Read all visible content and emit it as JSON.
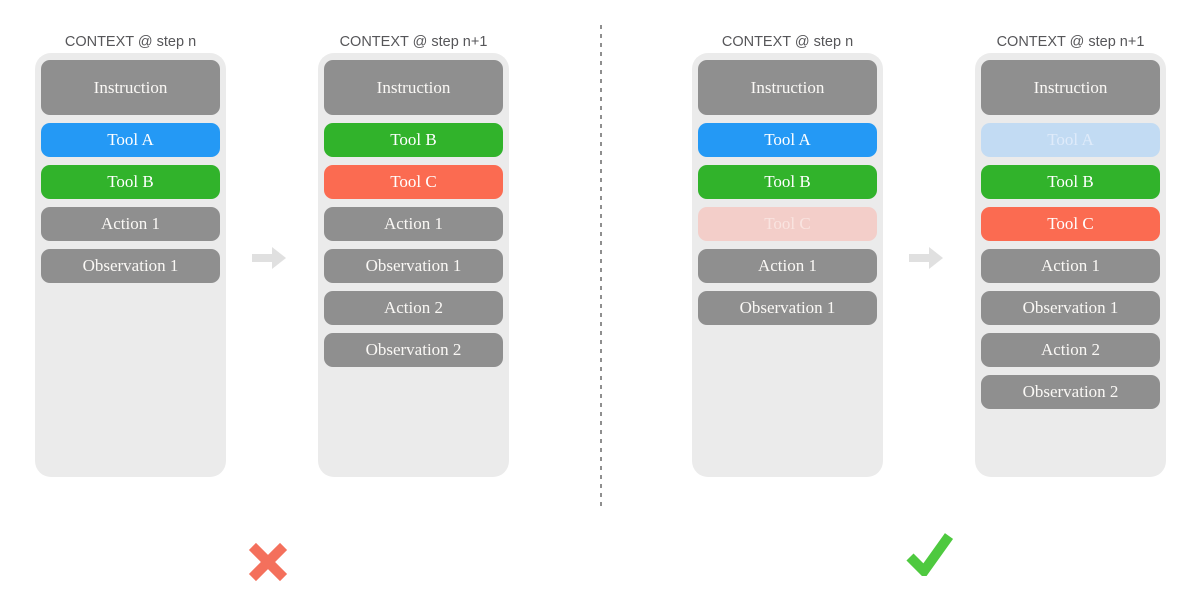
{
  "diagram": {
    "panels": [
      {
        "name": "remove-tools",
        "verdict": "cross",
        "columns": [
          {
            "header": "CONTEXT @ step n",
            "boxes": [
              {
                "label": "Instruction",
                "style": "instruction"
              },
              {
                "label": "Tool A",
                "style": "tool-a"
              },
              {
                "label": "Tool B",
                "style": "tool-b"
              },
              {
                "label": "Action 1",
                "style": "plain"
              },
              {
                "label": "Observation 1",
                "style": "plain"
              }
            ]
          },
          {
            "header": "CONTEXT @ step n+1",
            "boxes": [
              {
                "label": "Instruction",
                "style": "instruction"
              },
              {
                "label": "Tool B",
                "style": "tool-b"
              },
              {
                "label": "Tool C",
                "style": "tool-c"
              },
              {
                "label": "Action 1",
                "style": "plain"
              },
              {
                "label": "Observation 1",
                "style": "plain"
              },
              {
                "label": "Action 2",
                "style": "plain"
              },
              {
                "label": "Observation 2",
                "style": "plain"
              }
            ]
          }
        ]
      },
      {
        "name": "mask-tools",
        "verdict": "check",
        "columns": [
          {
            "header": "CONTEXT @ step n",
            "boxes": [
              {
                "label": "Instruction",
                "style": "instruction"
              },
              {
                "label": "Tool A",
                "style": "tool-a"
              },
              {
                "label": "Tool B",
                "style": "tool-b"
              },
              {
                "label": "Tool C",
                "style": "tool-c-masked"
              },
              {
                "label": "Action 1",
                "style": "plain"
              },
              {
                "label": "Observation 1",
                "style": "plain"
              }
            ]
          },
          {
            "header": "CONTEXT @ step n+1",
            "boxes": [
              {
                "label": "Instruction",
                "style": "instruction"
              },
              {
                "label": "Tool A",
                "style": "tool-a-masked"
              },
              {
                "label": "Tool B",
                "style": "tool-b"
              },
              {
                "label": "Tool C",
                "style": "tool-c"
              },
              {
                "label": "Action 1",
                "style": "plain"
              },
              {
                "label": "Observation 1",
                "style": "plain"
              },
              {
                "label": "Action 2",
                "style": "plain"
              },
              {
                "label": "Observation 2",
                "style": "plain"
              }
            ]
          }
        ]
      }
    ],
    "colors": {
      "column_bg": "#ebebeb",
      "box_gray": "#8f8f8f",
      "tool_a_blue": "#2499f5",
      "tool_b_green": "#31b32b",
      "tool_c_red": "#fb6b51",
      "tool_a_masked_bg": "#c2dbf3",
      "tool_a_masked_text": "#dfebfa",
      "tool_c_masked_bg": "#f3cec9",
      "tool_c_masked_text": "#f9e4e0",
      "header_text": "#565659",
      "arrow_gray": "#e0e0e0",
      "cross_red": "#f4705c",
      "check_green": "#4ec93f",
      "divider_gray": "#8f8f8f"
    }
  }
}
